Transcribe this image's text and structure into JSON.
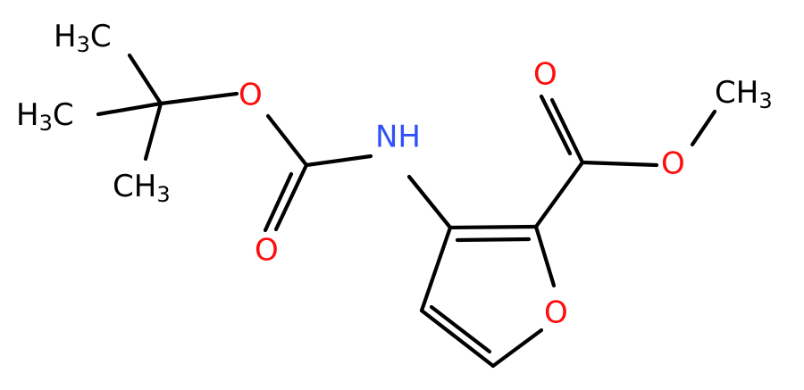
{
  "molecule": {
    "colors": {
      "bond": "#000000",
      "carbon_label": "#000000",
      "oxygen": "#ff0d0d",
      "nitrogen": "#3050f8"
    },
    "labels": {
      "methyl_top": {
        "main": "H",
        "sub": "3",
        "tail": "C"
      },
      "methyl_mid": {
        "main": "H",
        "sub": "3",
        "tail": "C"
      },
      "methyl_bottom": {
        "main": "CH",
        "sub": "3"
      },
      "ester_methyl": {
        "main": "CH",
        "sub": "3"
      },
      "boc_ether_o": "O",
      "boc_carbonyl_o": "O",
      "nh": "NH",
      "ester_carbonyl_o": "O",
      "ester_ether_o": "O",
      "ring_o": "O"
    }
  }
}
